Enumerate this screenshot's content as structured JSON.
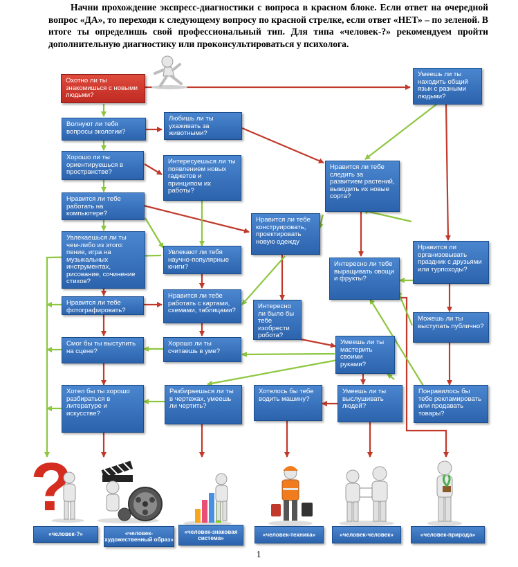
{
  "intro": "Начни прохождение экспресс-диагностики с вопроса в красном блоке. Если ответ на очередной вопрос «ДА», то переходи к следующему вопросу по красной стрелке, если ответ «НЕТ» – по зеленой. В итоге ты определишь свой профессиональный тип. Для типа «человек-?» рекомендуем пройти дополнительную диагностику или проконсультироваться у психолога.",
  "questions": {
    "q1": "Охотно ли ты знакомишься с новыми людьми?",
    "q_common_lang": "Умеешь ли ты находить общий язык с разными людьми?",
    "q_ecology": "Волнуют ли тебя вопросы экологии?",
    "q_animals": "Любишь ли ты ухаживать за животными?",
    "q_orient": "Хорошо ли ты ориентируешься в пространстве?",
    "q_gadgets": "Интересуешься ли ты появлением новых гаджетов и принципом их работы?",
    "q_plants": "Нравится ли тебе следить за развитием растений, выводить их новые сорта?",
    "q_computer": "Нравится ли тебе работать на компьютере?",
    "q_design_clothes": "Нравится ли тебе конструировать, проектировать новую одежду",
    "q_hobbies": "Увлекаешься ли ты чем-либо из этого: пение, игра на музыкальных инструментах, рисование, сочинение стихов?",
    "q_scibooks": "Увлекают ли тебя научно-популярные книги?",
    "q_vegetables": "Интересно ли тебе выращивать овощи и фрукты?",
    "q_holiday": "Нравится ли организовывать праздник с друзьями или турпоходы?",
    "q_photo": "Нравится ли тебе фотографировать?",
    "q_maps": "Нравится ли тебе работать с картами, схемами, таблицами?",
    "q_robot": "Интересно ли было бы тебе изобрести робота?",
    "q_public": "Можешь ли ты выступать публично?",
    "q_stage": "Смог бы ты выступить на сцене?",
    "q_mental": "Хорошо ли ты считаешь в уме?",
    "q_handy": "Умеешь ли ты мастерить своими руками?",
    "q_literature": "Хотел бы ты хорошо разбираться в литературе и искусстве?",
    "q_drawings": "Разбираешься ли ты в чертежах, умеешь ли чертить?",
    "q_car": "Хотелось бы тебе водить машину?",
    "q_listen": "Умеешь ли ты выслушивать людей?",
    "q_advert": "Понравилось бы тебе рекламировать или продавать товары?"
  },
  "results": {
    "unknown": "«человек-?»",
    "art": "«человек-художественный образ»",
    "sign": "«человек-знаковая система»",
    "tech": "«человек-техника»",
    "human": "«человек-человек»",
    "nature": "«человек-природа»"
  },
  "colors": {
    "yes_arrow": "#c0392b",
    "no_arrow": "#8dc63f",
    "box": "#3a75c4",
    "start_box": "#d23a2e"
  },
  "page_number": "1"
}
